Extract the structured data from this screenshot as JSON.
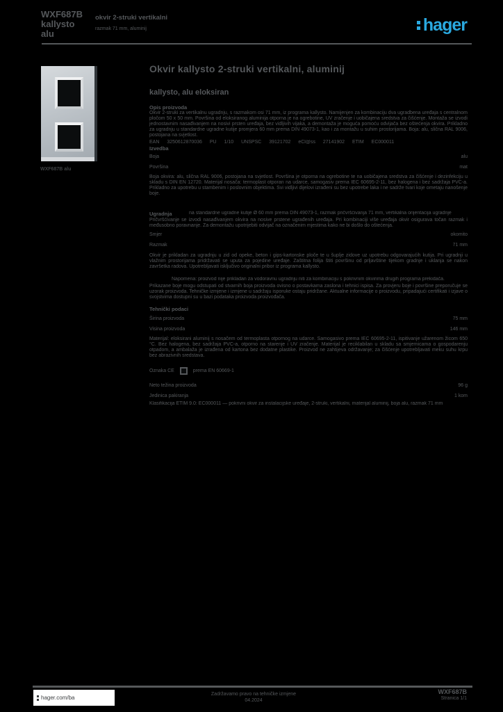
{
  "brand": {
    "logo_text": "hager",
    "accent": "#2aa9e0"
  },
  "header": {
    "ref_line1": "WXF687B",
    "ref_line2": "kallysto",
    "ref_line3": "alu",
    "product_line1": "okvir 2-struki vertikalni",
    "product_line2": "razmak 71 mm, aluminij"
  },
  "product_image": {
    "caption": "WXF687B alu"
  },
  "title": "Okvir kallysto 2-struki vertikalni, aluminij",
  "subtitle": "kallysto, alu eloksiran",
  "sections": [
    {
      "heading": "Opis proizvoda",
      "paragraph": "Okvir 2-struki za vertikalnu ugradnju, s razmakom osi 71 mm, iz programa kallysto. Namijenjen za kombinaciju dva ugradbena uređaja s centralnom pločom 50 x 50 mm. Površina od eloksiranog aluminija otporna je na ogrebotine, UV zračenje i uobičajena sredstva za čišćenje. Montaža se izvodi jednostavnim nasađivanjem na nosivi prsten uređaja, bez vidljivih vijaka, a demontaža je moguća pomoću odvijača bez oštećenja okvira. Prikladno za ugradnju u standardne ugradne kutije promjera 60 mm prema DIN 49073-1, kao i za montažu u suhim prostorijama. Boja: alu, slična RAL 9006, postojana na svjetlost.",
      "meta_line": "EAN 3250612870036 PU 1/10 UNSPSC 39121702 eCl@ss 27141902 ETIM EC000011"
    },
    {
      "heading": "Izvedba",
      "rows": [
        {
          "label": "Boja",
          "value": "alu"
        },
        {
          "label": "Površina",
          "value": "mat"
        }
      ],
      "paragraph": "Boja okvira: alu, slična RAL 9006, postojana na svjetlost. Površina je otporna na ogrebotine te na uobičajena sredstva za čišćenje i dezinfekciju u skladu s DIN EN 12720. Materijal nosača: termoplast otporan na udarce, samogasiv prema IEC 60695-2-11, bez halogena i bez sadržaja PVC-a. Prikladno za upotrebu u stambenim i poslovnim objektima. Svi vidljivi dijelovi izrađeni su bez upotrebe laka i ne sadrže tvari koje ometaju nanošenje boje."
    },
    {
      "heading": "Ugradnja",
      "intro": "na standardne ugradne kutije Ø 60 mm prema DIN 49073-1, razmak pričvršćivanja 71 mm, vertikalna orijentacija ugradnje",
      "paragraph1": "Pričvršćivanje se izvodi nasađivanjem okvira na nosive prstene ugrađenih uređaja. Pri kombinaciji više uređaja okvir osigurava točan razmak i međusobno poravnanje. Za demontažu upotrijebiti odvijač na označenim mjestima kako ne bi došlo do oštećenja.",
      "rows": [
        {
          "label": "Smjer",
          "value": "okomito"
        },
        {
          "label": "Razmak",
          "value": "71 mm"
        }
      ],
      "paragraph2": "Okvir je prikladan za ugradnju u zid od opeke, beton i gips-kartonske ploče te u šuplje zidove uz upotrebu odgovarajućih kutija. Pri ugradnji u vlažnim prostorijama pridržavati se uputa za pojedine uređaje. Zaštitna folija štiti površinu od prljavštine tijekom gradnje i uklanja se nakon završetka radova. Upotrebljavati isključivo originalni pribor iz programa kallysto.",
      "note": "Napomena: proizvod nije prikladan za vodoravnu ugradnju niti za kombinaciju s pokrivnim okvirima drugih programa prekidača.",
      "paragraph3": "Prikazane boje mogu odstupati od stvarnih boja proizvoda ovisno o postavkama zaslona i tehnici ispisa. Za provjeru boje i površine preporučuje se uzorak proizvoda. Tehničke izmjene i izmjene u sadržaju isporuke ostaju pridržane. Aktualne informacije o proizvodu, pripadajući certifikati i izjave o svojstvima dostupni su u bazi podataka proizvoda proizvođača."
    },
    {
      "heading": "Tehnički podaci",
      "rows": [
        {
          "label": "Širina proizvoda",
          "value": "75 mm"
        },
        {
          "label": "Visina proizvoda",
          "value": "146 mm"
        }
      ],
      "material_paragraph": "Materijal: eloksirani aluminij s nosačem od termoplasta otpornog na udarce. Samogasivo prema IEC 60695-2-11, ispitivanje užarenom žicom 650 °C. Bez halogena, bez sadržaja PVC-a, otporno na starenje i UV zračenje. Materijal je reciklabilan u skladu sa smjernicama o gospodarenju otpadom, a ambalaža je izrađena od kartona bez dodatne plastike. Proizvod ne zahtijeva održavanje; za čišćenje upotrebljavati meku suhu krpu bez abrazivnih sredstava.",
      "ce_row": {
        "label": "Oznaka CE",
        "value": "prema EN 60669-1"
      },
      "rows2": [
        {
          "label": "Neto težina proizvoda",
          "value": "96 g"
        },
        {
          "label": "Jedinica pakiranja",
          "value": "1 kom"
        }
      ],
      "etim_line": "Klasifikacija ETIM 9.0: EC000011 — pokrivni okvir za instalacijske uređaje, 2-struki, vertikalni, materijal aluminij, boja alu, razmak 71 mm"
    }
  ],
  "footer": {
    "website": "hager.com/ba",
    "center_line1": "Zadržavamo pravo na tehničke izmjene",
    "center_line2": "04.2024",
    "right_line1": "WXF687B",
    "right_line2": "Stranica 1/1"
  }
}
